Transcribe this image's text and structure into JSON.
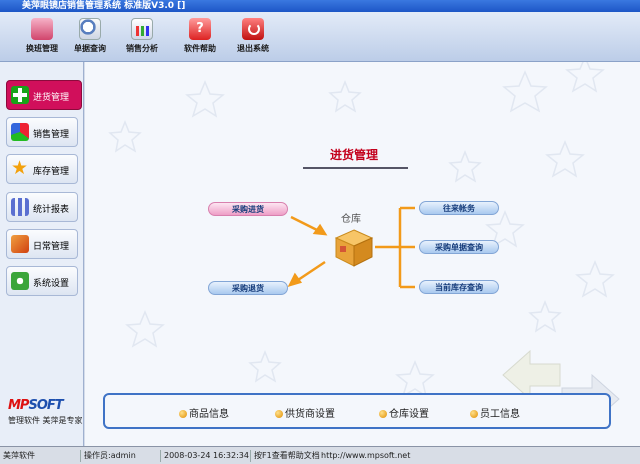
{
  "window": {
    "title": "美萍眼镜店销售管理系统 标准版V3.0 []"
  },
  "toolbar": {
    "items": [
      {
        "label": "换班管理",
        "icon": "shift-icon"
      },
      {
        "label": "单据查询",
        "icon": "search-icon"
      },
      {
        "label": "销售分析",
        "icon": "chart-icon"
      },
      {
        "label": "软件帮助",
        "icon": "help-icon"
      },
      {
        "label": "退出系统",
        "icon": "exit-icon"
      }
    ]
  },
  "sidebar": {
    "items": [
      {
        "label": "进货管理",
        "icon": "plus-icon",
        "active": true
      },
      {
        "label": "销售管理",
        "icon": "pie-icon"
      },
      {
        "label": "库存管理",
        "icon": "star-icon"
      },
      {
        "label": "统计报表",
        "icon": "bars-icon"
      },
      {
        "label": "日常管理",
        "icon": "brush-icon"
      },
      {
        "label": "系统设置",
        "icon": "gear-icon"
      }
    ],
    "logo": {
      "mark_left": "MP",
      "mark_right": "SOFT",
      "tagline": "管理软件 美萍是专家"
    }
  },
  "main": {
    "title": "进货管理",
    "warehouse_label": "仓库",
    "left_actions": [
      {
        "label": "采购进货"
      },
      {
        "label": "采购退货"
      }
    ],
    "right_actions": [
      {
        "label": "往来帐务"
      },
      {
        "label": "采购单据查询"
      },
      {
        "label": "当前库存查询"
      }
    ],
    "bottom_links": [
      {
        "label": "商品信息"
      },
      {
        "label": "供货商设置"
      },
      {
        "label": "仓库设置"
      },
      {
        "label": "员工信息"
      }
    ]
  },
  "statusbar": {
    "app_name": "美萍软件",
    "operator": "操作员:admin",
    "datetime": "2008-03-24 16:32:34",
    "help_hint": "按F1查看帮助文档",
    "website": "http://www.mpsoft.net"
  },
  "colors": {
    "accent": "#d10f5b",
    "title_red": "#c3001c",
    "panel_border": "#3f73c6",
    "connector_orange": "#f29a1a"
  }
}
